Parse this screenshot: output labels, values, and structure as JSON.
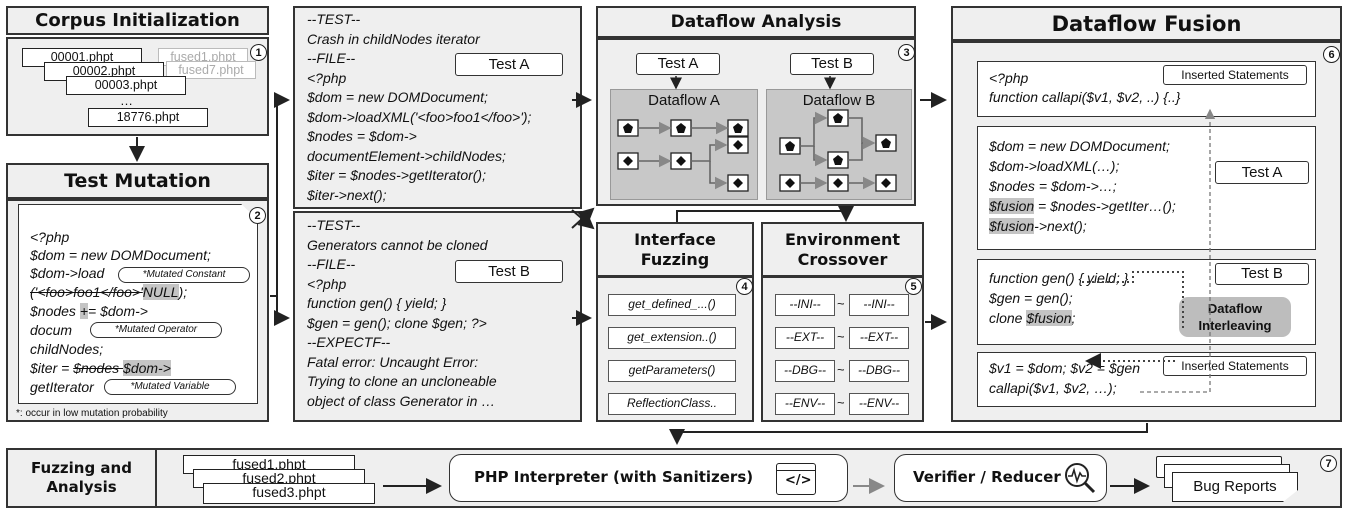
{
  "corpus": {
    "title": "Corpus Initialization",
    "num": "1",
    "files": [
      "00001.phpt",
      "00002.phpt",
      "00003.phpt",
      "…",
      "18776.phpt"
    ],
    "ghost_files": [
      "fused1.phpt",
      "fused7.phpt"
    ]
  },
  "mutation": {
    "title": "Test Mutation",
    "num": "2",
    "l1": "<?php",
    "l2": "$dom = new DOMDocument;",
    "l3": "$dom->load",
    "l4a": "('<foo>foo1</foo>'",
    "l4b": "NULL",
    "l4c": ");",
    "l5a": "$nodes ",
    "l5b": "+",
    "l5c": "= $dom->",
    "l6": "docum",
    "l7": "childNodes;",
    "l8a": "$iter = ",
    "l8b": "$nodes ",
    "l8c": "$dom->",
    "l9": "getIterator",
    "pill1": "*Mutated Constant",
    "pill2": "*Mutated Operator",
    "pill3": "*Mutated Variable",
    "footnote": "*: occur in low mutation probability"
  },
  "testA": {
    "tag": "Test A",
    "lines": [
      "--TEST--",
      "Crash in childNodes iterator",
      "--FILE--",
      "<?php",
      "$dom = new DOMDocument;",
      "$dom->loadXML('<foo>foo1</foo>');",
      "$nodes = $dom->",
      "documentElement->childNodes;",
      "$iter = $nodes->getIterator();",
      "$iter->next();"
    ]
  },
  "testB": {
    "tag": "Test B",
    "lines": [
      "--TEST--",
      "Generators cannot be cloned",
      "--FILE--",
      "<?php",
      "function gen() { yield; }",
      "$gen = gen(); clone $gen; ?>",
      "--EXPECTF--",
      "Fatal error: Uncaught Error:",
      "Trying to clone an uncloneable",
      "object of class Generator in …"
    ]
  },
  "dataflow": {
    "title": "Dataflow Analysis",
    "num": "3",
    "testA": "Test A",
    "testB": "Test B",
    "dfA": "Dataflow A",
    "dfB": "Dataflow B"
  },
  "fuzz": {
    "title1": "Interface",
    "title2": "Fuzzing",
    "num": "4",
    "items": [
      "get_defined_...()",
      "get_extension..()",
      "getParameters()",
      "ReflectionClass.."
    ]
  },
  "cross": {
    "title1": "Environment",
    "title2": "Crossover",
    "num": "5",
    "left": [
      "--INI--",
      "--EXT--",
      "--DBG--",
      "--ENV--"
    ],
    "right": [
      "--INI--",
      "--EXT--",
      "--DBG--",
      "--ENV--"
    ],
    "tilde": "~"
  },
  "fusion": {
    "title": "Dataflow Fusion",
    "num": "6",
    "b1l1": "<?php",
    "b1l2": "function callapi($v1, $v2, ..) {..}",
    "inserted": "Inserted Statements",
    "b2l1": "$dom = new DOMDocument;",
    "b2l2": "$dom->loadXML(…);",
    "b2l3": "$nodes = $dom->…;",
    "b2l4a": "$fusion",
    "b2l4b": " = $nodes->getIter…();",
    "b2l5a": "$fusion",
    "b2l5b": "->next();",
    "testA": "Test A",
    "b3l1": "function gen() { yield; }",
    "b3l2": "$gen = gen();",
    "b3l3a": "clone ",
    "b3l3b": "$fusion",
    "b3l3c": ";",
    "testB": "Test B",
    "interleave1": "Dataflow",
    "interleave2": "Interleaving",
    "b4l1": "$v1 = $dom; $v2 = $gen",
    "b4l2": "callapi($v1, $v2, …);",
    "inserted2": "Inserted Statements"
  },
  "bottom": {
    "label1": "Fuzzing and",
    "label2": "Analysis",
    "num": "7",
    "files": [
      "fused1.phpt",
      "fused2.phpt",
      "fused3.phpt"
    ],
    "interpreter": "PHP Interpreter (with Sanitizers)",
    "verifier": "Verifier / Reducer",
    "reports": "Bug Reports"
  }
}
